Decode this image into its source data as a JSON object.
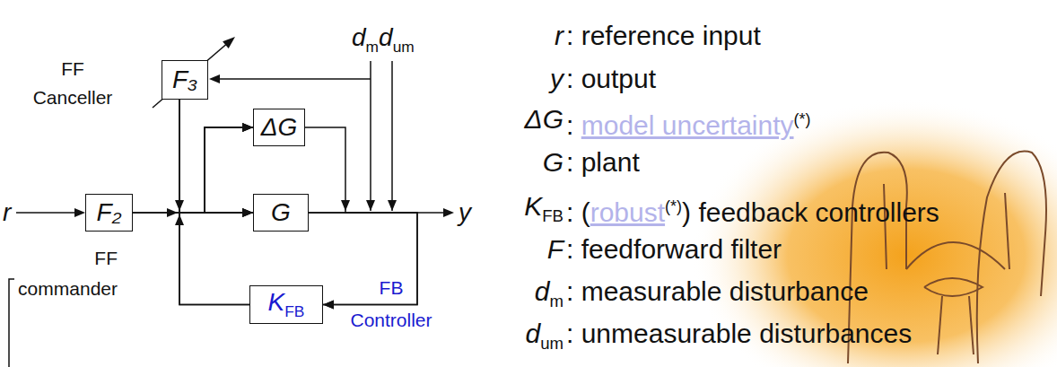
{
  "diagram": {
    "nodes": [
      {
        "text": [
          "F₃",
          "FF Canceller"
        ]
      },
      {
        "text": [
          "ΔG"
        ]
      },
      {
        "text": [
          "F₂",
          "FF commander"
        ]
      },
      {
        "text": [
          "G"
        ]
      },
      {
        "text": [
          "K",
          "FB",
          "FB Controller"
        ]
      }
    ],
    "edges": [
      {
        "from": 2,
        "to": 3,
        "arrow": "to"
      },
      {
        "from": 2,
        "to": 1,
        "arrow": "to"
      },
      {
        "from": 0,
        "to": 3,
        "arrow": "to"
      },
      {
        "from": 0,
        "to": 1,
        "arrow": "to"
      },
      {
        "from": 4,
        "to": 3,
        "arrow": "to"
      },
      {
        "from": 4,
        "to": 1,
        "arrow": "to"
      },
      {
        "from": 3,
        "to": 4,
        "arrow": "to"
      },
      {
        "from": 1,
        "to": 4,
        "arrow": "to"
      }
    ],
    "labels": [
      "d",
      "m",
      "d",
      "um",
      "r",
      "y",
      "r",
      ": reference input",
      "y",
      ": output",
      "ΔG",
      ":",
      "model uncertainty",
      "(*)",
      "G",
      ": plant",
      "K",
      "FB",
      ": (",
      "robust",
      "(*)",
      ") feedback controllers",
      "F",
      ": feedforward filter",
      "d",
      "m",
      ": measurable disturbance",
      "d",
      "um",
      ": unmeasurable disturbances"
    ]
  }
}
